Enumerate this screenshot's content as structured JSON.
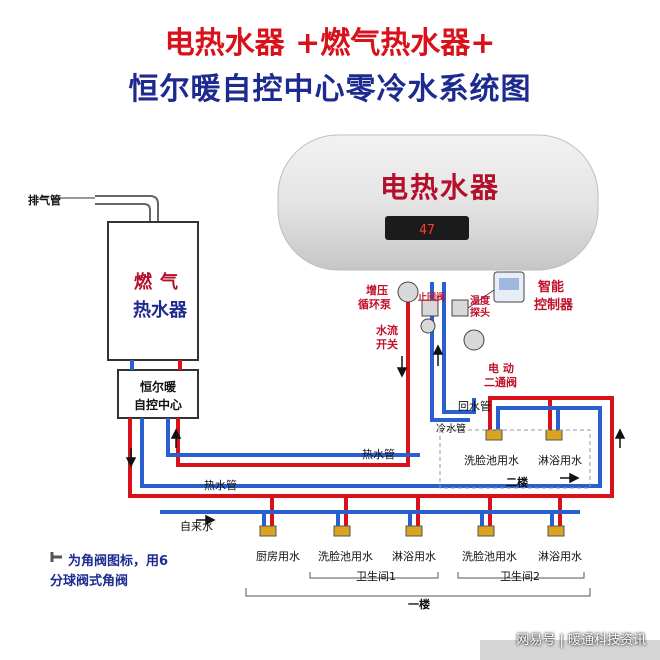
{
  "title_line1": "电热水器 +燃气热水器+",
  "title_line2": "恒尔暖自控中心零冷水系统图",
  "electric_heater": {
    "label": "电热水器",
    "display_value": "47"
  },
  "gas_heater": {
    "label_line1": "燃气",
    "label_line2": "热水器",
    "exhaust_label": "排气管"
  },
  "control_center": {
    "line1": "恒尔暖",
    "line2": "自控中心"
  },
  "components": {
    "booster_pump": [
      "增压",
      "循环泵"
    ],
    "check_valve": "止回阀",
    "temp_probe": [
      "温度",
      "探头"
    ],
    "flow_switch": [
      "水流",
      "开关"
    ],
    "smart_controller": [
      "智能",
      "控制器"
    ],
    "electric_valve": [
      "电 动",
      "二通阀"
    ]
  },
  "pipes": {
    "hot_water_upper": "热水管",
    "hot_water_lower": "热水管",
    "return_pipe": "回水管",
    "cold_pipe": "冷水管",
    "tap_water": "自来水"
  },
  "fixtures": {
    "second_floor": [
      "洗脸池用水",
      "淋浴用水"
    ],
    "first_floor": [
      "厨房用水",
      "洗脸池用水",
      "淋浴用水",
      "洗脸池用水",
      "淋浴用水"
    ]
  },
  "zones": {
    "second_floor": "二楼",
    "bathroom1": "卫生间1",
    "bathroom2": "卫生间2",
    "first_floor": "一楼"
  },
  "angle_valve_note": [
    "为角阀图标，用6",
    "分球阀式角阀"
  ],
  "watermark": "网易号 | 暖通科技资讯",
  "colors": {
    "hot": "#d8111b",
    "cold": "#2a5fd0",
    "title_red": "#d8111b",
    "title_navy": "#1d2a8f"
  }
}
